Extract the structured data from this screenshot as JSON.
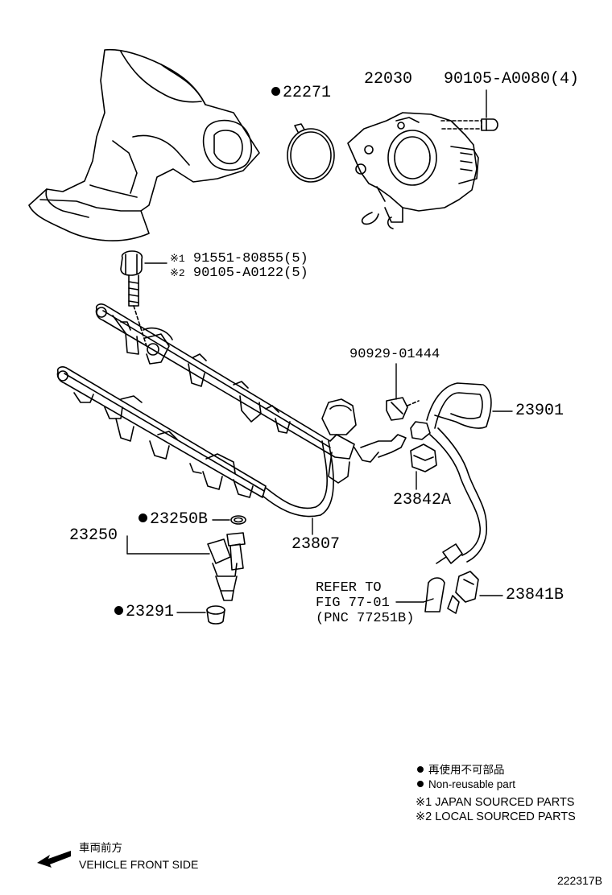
{
  "labels": {
    "p22271": "22271",
    "p22030": "22030",
    "p90105_a0080": "90105-A0080(4)",
    "bolt_opt1_mark": "※1",
    "bolt_opt1": "91551-80855(5)",
    "bolt_opt2_mark": "※2",
    "bolt_opt2": "90105-A0122(5)",
    "p90929": "90929-01444",
    "p23901": "23901",
    "p23842a": "23842A",
    "p23250b": "23250B",
    "p23250": "23250",
    "p23807": "23807",
    "refer_1": "REFER TO",
    "refer_2": "FIG 77-01",
    "refer_3": "(PNC 77251B)",
    "p23841b": "23841B",
    "p23291": "23291"
  },
  "legend": {
    "reuse_jp": "再使用不可部品",
    "non_reusable": "Non-reusable part",
    "japan": "※1 JAPAN SOURCED PARTS",
    "local": "※2 LOCAL SOURCED PARTS"
  },
  "front": {
    "jp": "車両前方",
    "en": "VEHICLE FRONT SIDE"
  },
  "figure_id": "222317B",
  "colors": {
    "ink": "#000000",
    "paper": "#ffffff"
  }
}
